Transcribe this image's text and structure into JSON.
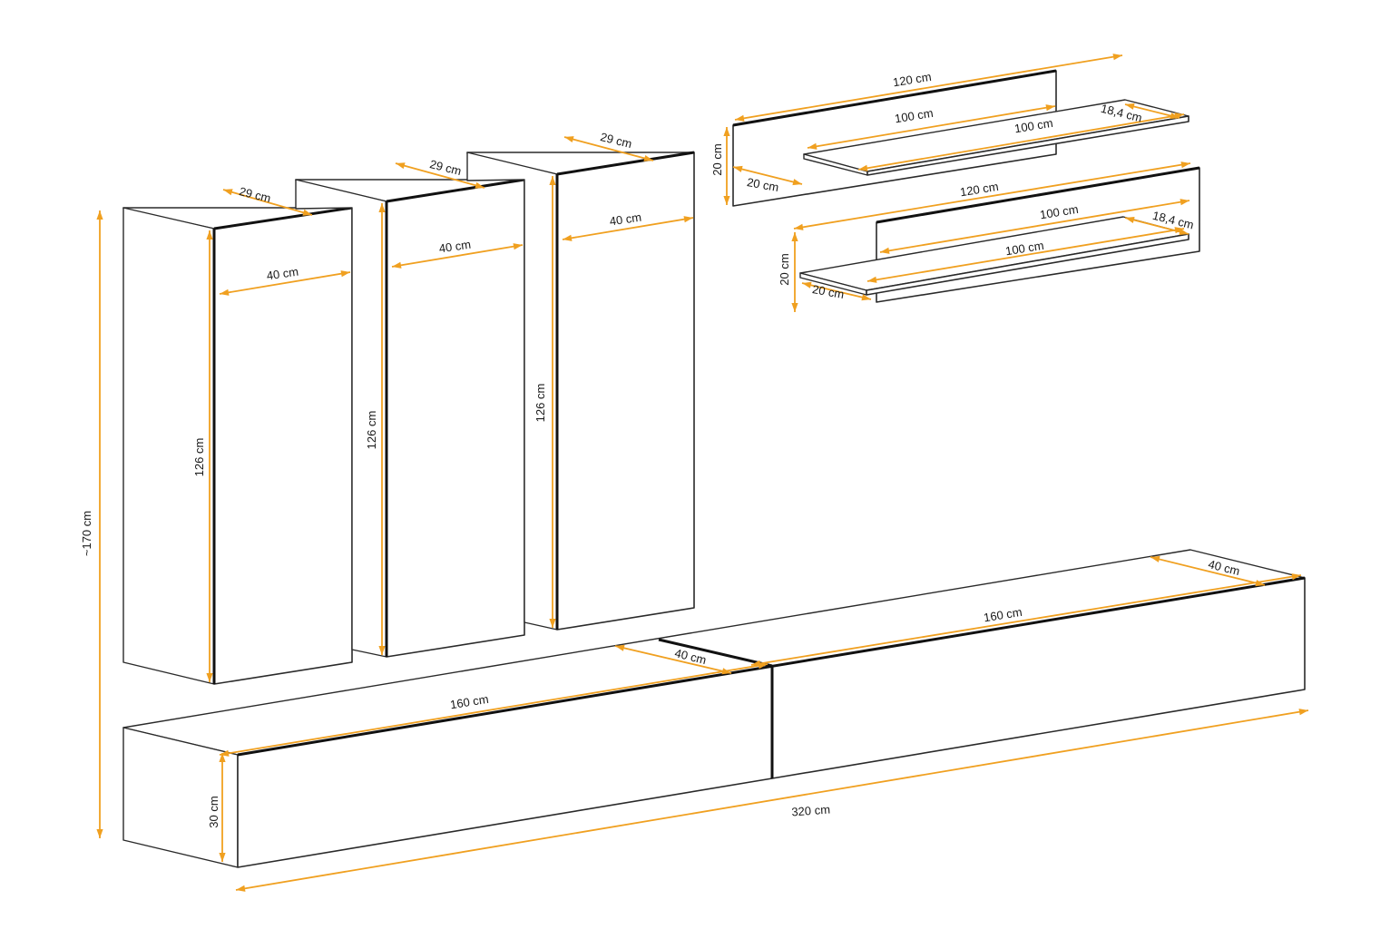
{
  "colors": {
    "dimension": "#f0a020",
    "outline": "#2a2a2a",
    "background": "#ffffff"
  },
  "labels": {
    "tall_1_depth": "29 cm",
    "tall_1_width": "40 cm",
    "tall_1_height": "126 cm",
    "tall_2_depth": "29 cm",
    "tall_2_width": "40 cm",
    "tall_2_height": "126 cm",
    "tall_3_depth": "29 cm",
    "tall_3_width": "40 cm",
    "tall_3_height": "126 cm",
    "shelf_1_panel_width": "120 cm",
    "shelf_1_board_back": "100 cm",
    "shelf_1_board_front": "100 cm",
    "shelf_1_depth": "18,4 cm",
    "shelf_1_height": "20 cm",
    "shelf_1_side": "20 cm",
    "shelf_2_panel_width": "120 cm",
    "shelf_2_board_back": "100 cm",
    "shelf_2_board_front": "100 cm",
    "shelf_2_depth": "18,4 cm",
    "shelf_2_height": "20 cm",
    "shelf_2_side": "20 cm",
    "lowboard_left_width": "160 cm",
    "lowboard_left_depth": "40 cm",
    "lowboard_left_height": "30 cm",
    "lowboard_right_width": "160 cm",
    "lowboard_right_depth": "40 cm",
    "total_width": "320 cm",
    "total_height": "~170 cm"
  }
}
